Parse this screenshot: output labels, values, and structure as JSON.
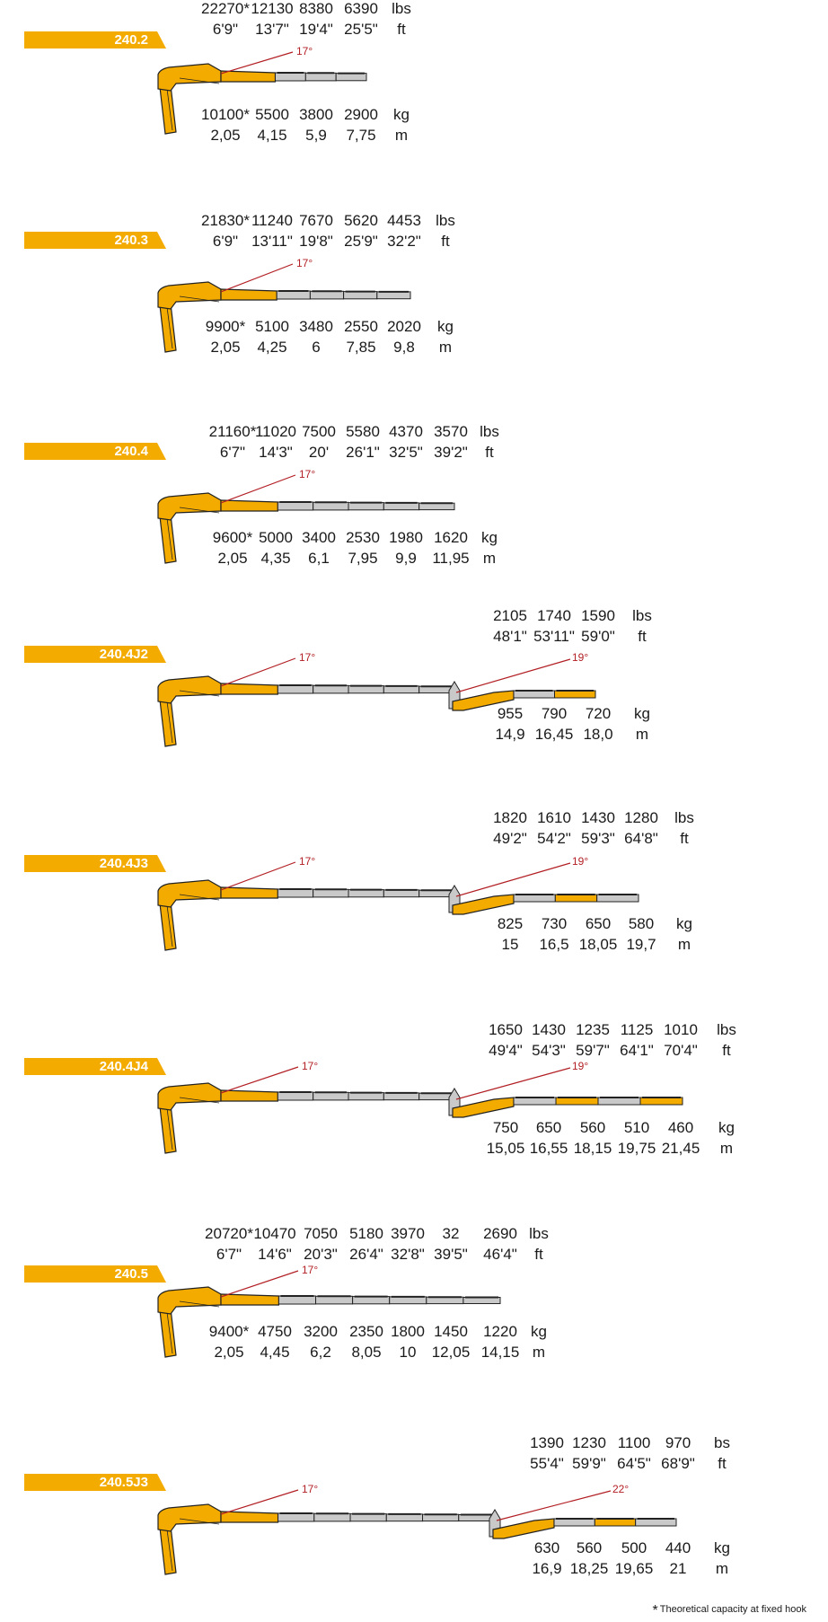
{
  "colors": {
    "accent": "#f4ab00",
    "boom_gray": "#c9c9c9",
    "angle_red": "#b21f24"
  },
  "footnote": {
    "symbol": "*",
    "text": "Theoretical capacity at fixed hook"
  },
  "models": [
    {
      "name": "240.2",
      "angle": "17°",
      "top": {
        "values": [
          "22270*",
          "12130",
          "8380",
          "6390"
        ],
        "dist": [
          "6'9\"",
          "13'7\"",
          "19'4\"",
          "25'5\""
        ],
        "unit1": "lbs",
        "unit2": "ft"
      },
      "bottom": {
        "values": [
          "10100*",
          "5500",
          "3800",
          "2900"
        ],
        "dist": [
          "2,05",
          "4,15",
          "5,9",
          "7,75"
        ],
        "unit1": "kg",
        "unit2": "m"
      }
    },
    {
      "name": "240.3",
      "angle": "17°",
      "top": {
        "values": [
          "21830*",
          "11240",
          "7670",
          "5620",
          "4453"
        ],
        "dist": [
          "6'9\"",
          "13'11\"",
          "19'8\"",
          "25'9\"",
          "32'2\""
        ],
        "unit1": "lbs",
        "unit2": "ft"
      },
      "bottom": {
        "values": [
          "9900*",
          "5100",
          "3480",
          "2550",
          "2020"
        ],
        "dist": [
          "2,05",
          "4,25",
          "6",
          "7,85",
          "9,8"
        ],
        "unit1": "kg",
        "unit2": "m"
      }
    },
    {
      "name": "240.4",
      "angle": "17°",
      "top": {
        "values": [
          "21160*",
          "11020",
          "7500",
          "5580",
          "4370",
          "3570"
        ],
        "dist": [
          "6'7\"",
          "14'3\"",
          "20'",
          "26'1\"",
          "32'5\"",
          "39'2\""
        ],
        "unit1": "lbs",
        "unit2": "ft"
      },
      "bottom": {
        "values": [
          "9600*",
          "5000",
          "3400",
          "2530",
          "1980",
          "1620"
        ],
        "dist": [
          "2,05",
          "4,35",
          "6,1",
          "7,95",
          "9,9",
          "11,95"
        ],
        "unit1": "kg",
        "unit2": "m"
      }
    },
    {
      "name": "240.4J2",
      "angle": "17°",
      "jib_angle": "19°",
      "top": {
        "values": [
          "2105",
          "1740",
          "1590"
        ],
        "dist": [
          "48'1\"",
          "53'11\"",
          "59'0\""
        ],
        "unit1": "lbs",
        "unit2": "ft"
      },
      "bottom": {
        "values": [
          "955",
          "790",
          "720"
        ],
        "dist": [
          "14,9",
          "16,45",
          "18,0"
        ],
        "unit1": "kg",
        "unit2": "m"
      }
    },
    {
      "name": "240.4J3",
      "angle": "17°",
      "jib_angle": "19°",
      "top": {
        "values": [
          "1820",
          "1610",
          "1430",
          "1280"
        ],
        "dist": [
          "49'2\"",
          "54'2\"",
          "59'3\"",
          "64'8\""
        ],
        "unit1": "lbs",
        "unit2": "ft"
      },
      "bottom": {
        "values": [
          "825",
          "730",
          "650",
          "580"
        ],
        "dist": [
          "15",
          "16,5",
          "18,05",
          "19,7"
        ],
        "unit1": "kg",
        "unit2": "m"
      }
    },
    {
      "name": "240.4J4",
      "angle": "17°",
      "jib_angle": "19°",
      "top": {
        "values": [
          "1650",
          "1430",
          "1235",
          "1125",
          "1010"
        ],
        "dist": [
          "49'4\"",
          "54'3\"",
          "59'7\"",
          "64'1\"",
          "70'4\""
        ],
        "unit1": "lbs",
        "unit2": "ft"
      },
      "bottom": {
        "values": [
          "750",
          "650",
          "560",
          "510",
          "460"
        ],
        "dist": [
          "15,05",
          "16,55",
          "18,15",
          "19,75",
          "21,45"
        ],
        "unit1": "kg",
        "unit2": "m"
      }
    },
    {
      "name": "240.5",
      "angle": "17°",
      "top": {
        "values": [
          "20720*",
          "10470",
          "7050",
          "5180",
          "3970",
          "32",
          "2690"
        ],
        "dist": [
          "6'7\"",
          "14'6\"",
          "20'3\"",
          "26'4\"",
          "32'8\"",
          "39'5\"",
          "46'4\""
        ],
        "unit1": "lbs",
        "unit2": "ft"
      },
      "bottom": {
        "values": [
          "9400*",
          "4750",
          "3200",
          "2350",
          "1800",
          "1450",
          "1220"
        ],
        "dist": [
          "2,05",
          "4,45",
          "6,2",
          "8,05",
          "10",
          "12,05",
          "14,15"
        ],
        "unit1": "kg",
        "unit2": "m"
      }
    },
    {
      "name": "240.5J3",
      "angle": "17°",
      "jib_angle": "22°",
      "top": {
        "values": [
          "1390",
          "1230",
          "1100",
          "970"
        ],
        "dist": [
          "55'4\"",
          "59'9\"",
          "64'5\"",
          "68'9\""
        ],
        "unit1": "bs",
        "unit2": "ft"
      },
      "bottom": {
        "values": [
          "630",
          "560",
          "500",
          "440"
        ],
        "dist": [
          "16,9",
          "18,25",
          "19,65",
          "21"
        ],
        "unit1": "kg",
        "unit2": "m"
      }
    }
  ]
}
